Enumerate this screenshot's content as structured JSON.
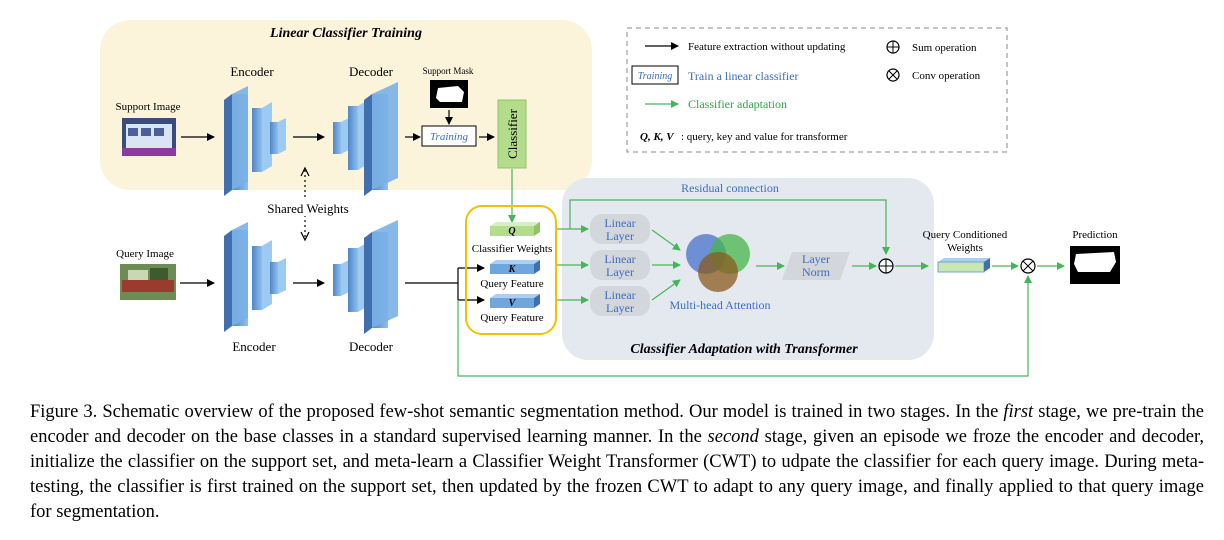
{
  "stage1": {
    "title": "Linear Classifier Training",
    "support_image": "Support Image",
    "encoder": "Encoder",
    "decoder": "Decoder",
    "support_mask": "Support Mask",
    "training": "Training",
    "classifier": "Classifier"
  },
  "shared_weights": "Shared Weights",
  "stage2": {
    "query_image": "Query Image",
    "encoder": "Encoder",
    "decoder": "Decoder",
    "q": "Q",
    "k": "K",
    "v": "V",
    "classifier_weights": "Classifier Weights",
    "query_feature_1": "Query Feature",
    "query_feature_2": "Query Feature",
    "linear_layer_1a": "Linear",
    "linear_layer_1b": "Layer",
    "linear_layer_2a": "Linear",
    "linear_layer_2b": "Layer",
    "linear_layer_3a": "Linear",
    "linear_layer_3b": "Layer",
    "multihead": "Multi-head Attention",
    "layer_norm_a": "Layer",
    "layer_norm_b": "Norm",
    "residual": "Residual connection",
    "qcw_a": "Query Conditioned",
    "qcw_b": "Weights",
    "prediction": "Prediction",
    "title": "Classifier Adaptation with Transformer"
  },
  "legend": {
    "feature_extraction": "Feature extraction without updating",
    "training_box": "Training",
    "train_linear": "Train a linear classifier",
    "classifier_adapt": "Classifier adaptation",
    "qkv_prefix": "Q, K, V",
    "qkv_text": ": query, key and value for transformer",
    "sum_op": "Sum operation",
    "conv_op": "Conv operation"
  },
  "caption": {
    "p1": "Figure 3. Schematic overview of the proposed few-shot semantic segmentation method. Our model is trained in two stages. In the ",
    "first": "first",
    "p2": " stage, we pre-train the encoder and decoder on the base classes in a standard supervised learning manner. In the ",
    "second": "second",
    "p3": " stage, given an episode we froze the encoder and decoder, initialize the classifier on the support set, and meta-learn a Classifier Weight Transformer (CWT) to udpate the classifier for each query image. During meta-testing, the classifier is first trained on the support set, then updated by the frozen CWT to adapt to any query image, and finally applied to that query image for segmentation."
  },
  "colors": {
    "stage1_bg": "#fbf3da",
    "stage2_bg": "#e4e9f0",
    "encoder_blue": "#6fa6dc",
    "classifier_green": "#b3dd8b",
    "highlight_yellow": "#f2c200",
    "arrow_green": "#49b35a",
    "linear_gray": "#d3d6da"
  }
}
